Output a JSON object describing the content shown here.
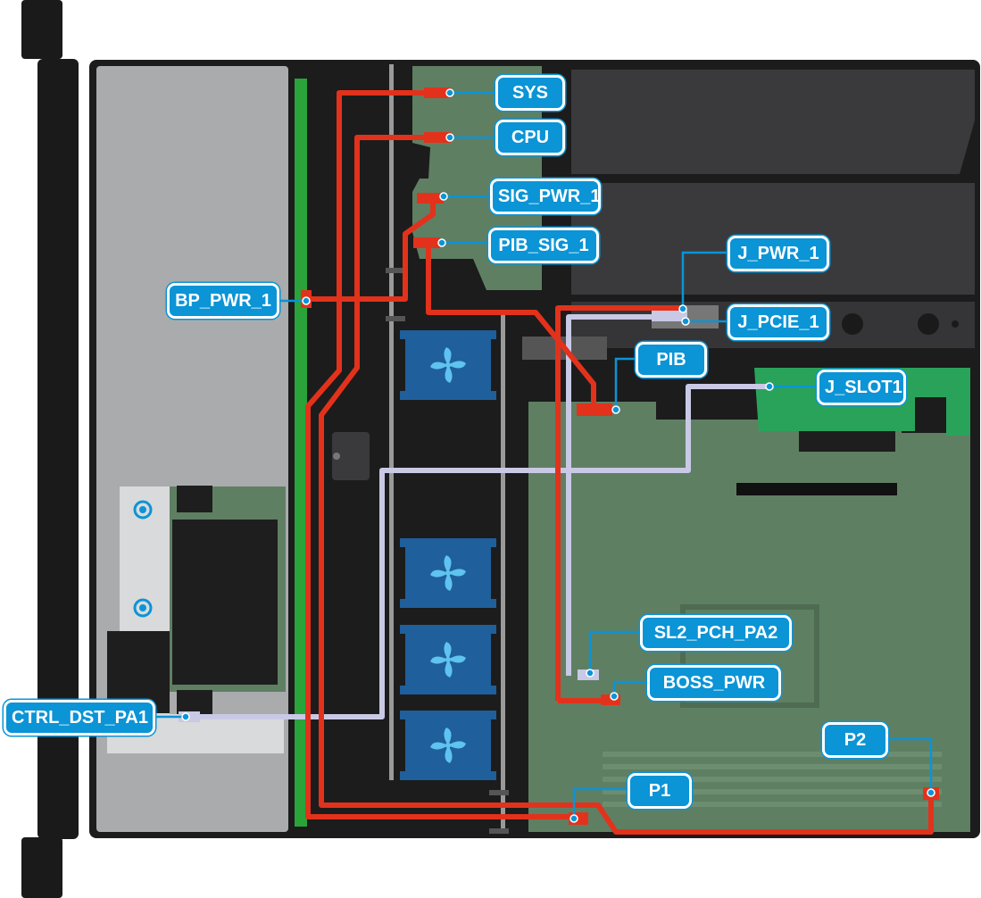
{
  "labels": {
    "sys": "SYS",
    "cpu": "CPU",
    "sig_pwr_1": "SIG_PWR_1",
    "pib_sig_1": "PIB_SIG_1",
    "j_pwr_1": "J_PWR_1",
    "j_pcie_1": "J_PCIE_1",
    "pib": "PIB",
    "j_slot1": "J_SLOT1",
    "bp_pwr_1": "BP_PWR_1",
    "sl2_pch_pa2": "SL2_PCH_PA2",
    "boss_pwr": "BOSS_PWR",
    "ctrl_dst_pa1": "CTRL_DST_PA1",
    "p2": "P2",
    "p1": "P1"
  },
  "colors": {
    "power_cable": "#e2321c",
    "signal_cable": "#c9c9e6",
    "callout": "#0b94d6",
    "board": "#5f7f63",
    "fan": "#1f5f9c",
    "backplane": "#2aa33a",
    "chassis": "#1a1a1a"
  }
}
